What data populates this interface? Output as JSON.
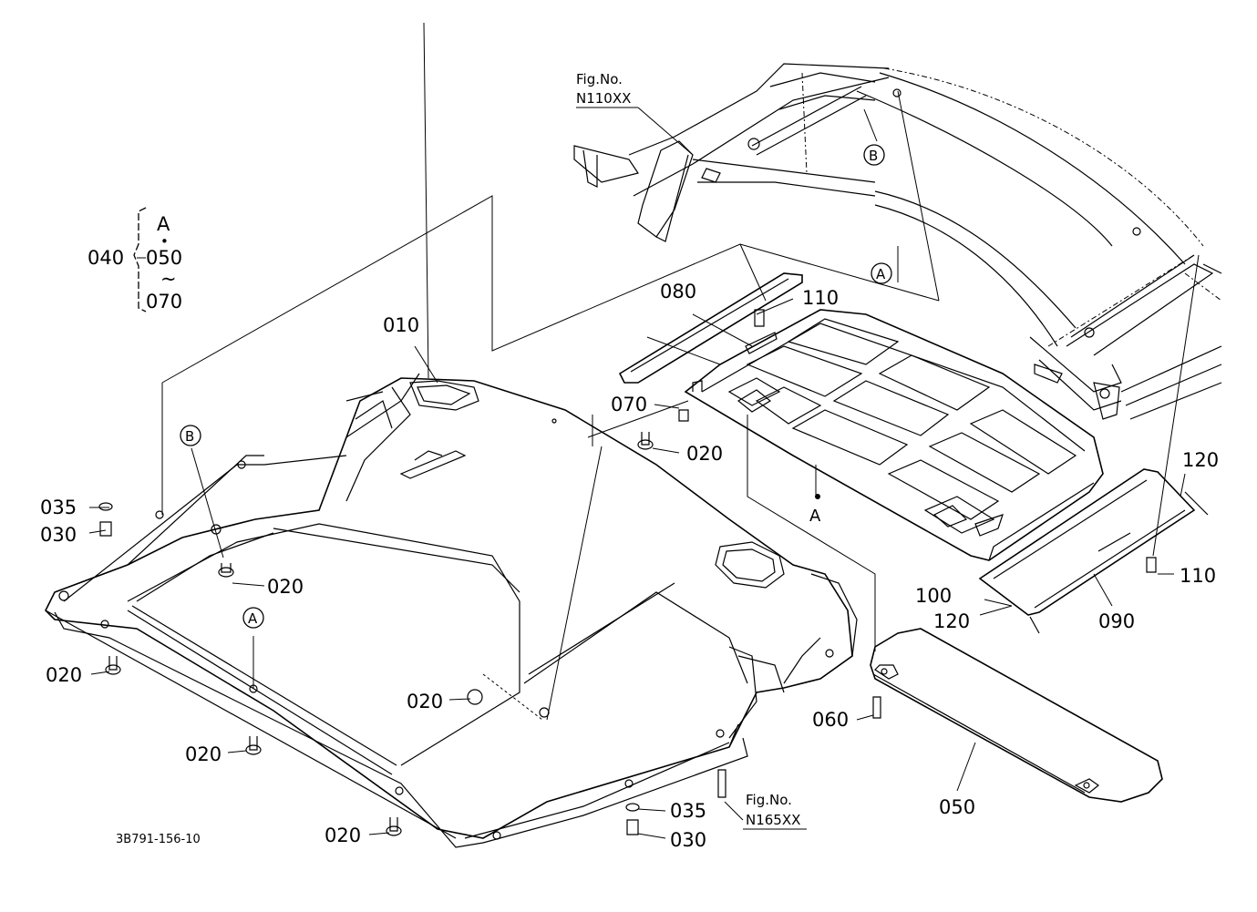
{
  "document_id": "3B791-156-10",
  "bracket_group": {
    "parent": "040",
    "items": [
      "A",
      "050",
      "070"
    ],
    "separator_dot": "•",
    "range_symbol": "~"
  },
  "part_labels": {
    "p010": "010",
    "p020_a": "020",
    "p020_b": "020",
    "p020_c": "020",
    "p020_d": "020",
    "p020_e": "020",
    "p020_f": "020",
    "p030_a": "030",
    "p030_b": "030",
    "p035_a": "035",
    "p035_b": "035",
    "p050": "050",
    "p060": "060",
    "p070": "070",
    "p080": "080",
    "p090": "090",
    "p100": "100",
    "p110_a": "110",
    "p110_b": "110",
    "p120_a": "120",
    "p120_b": "120",
    "ref_a": "A"
  },
  "callouts": {
    "circle_a": "A",
    "circle_b": "B",
    "circle_a2": "A",
    "circle_b2": "B"
  },
  "fig_refs": {
    "top_label": "Fig.No.",
    "top_value": "N110XX",
    "bottom_label": "Fig.No.",
    "bottom_value": "N165XX"
  }
}
